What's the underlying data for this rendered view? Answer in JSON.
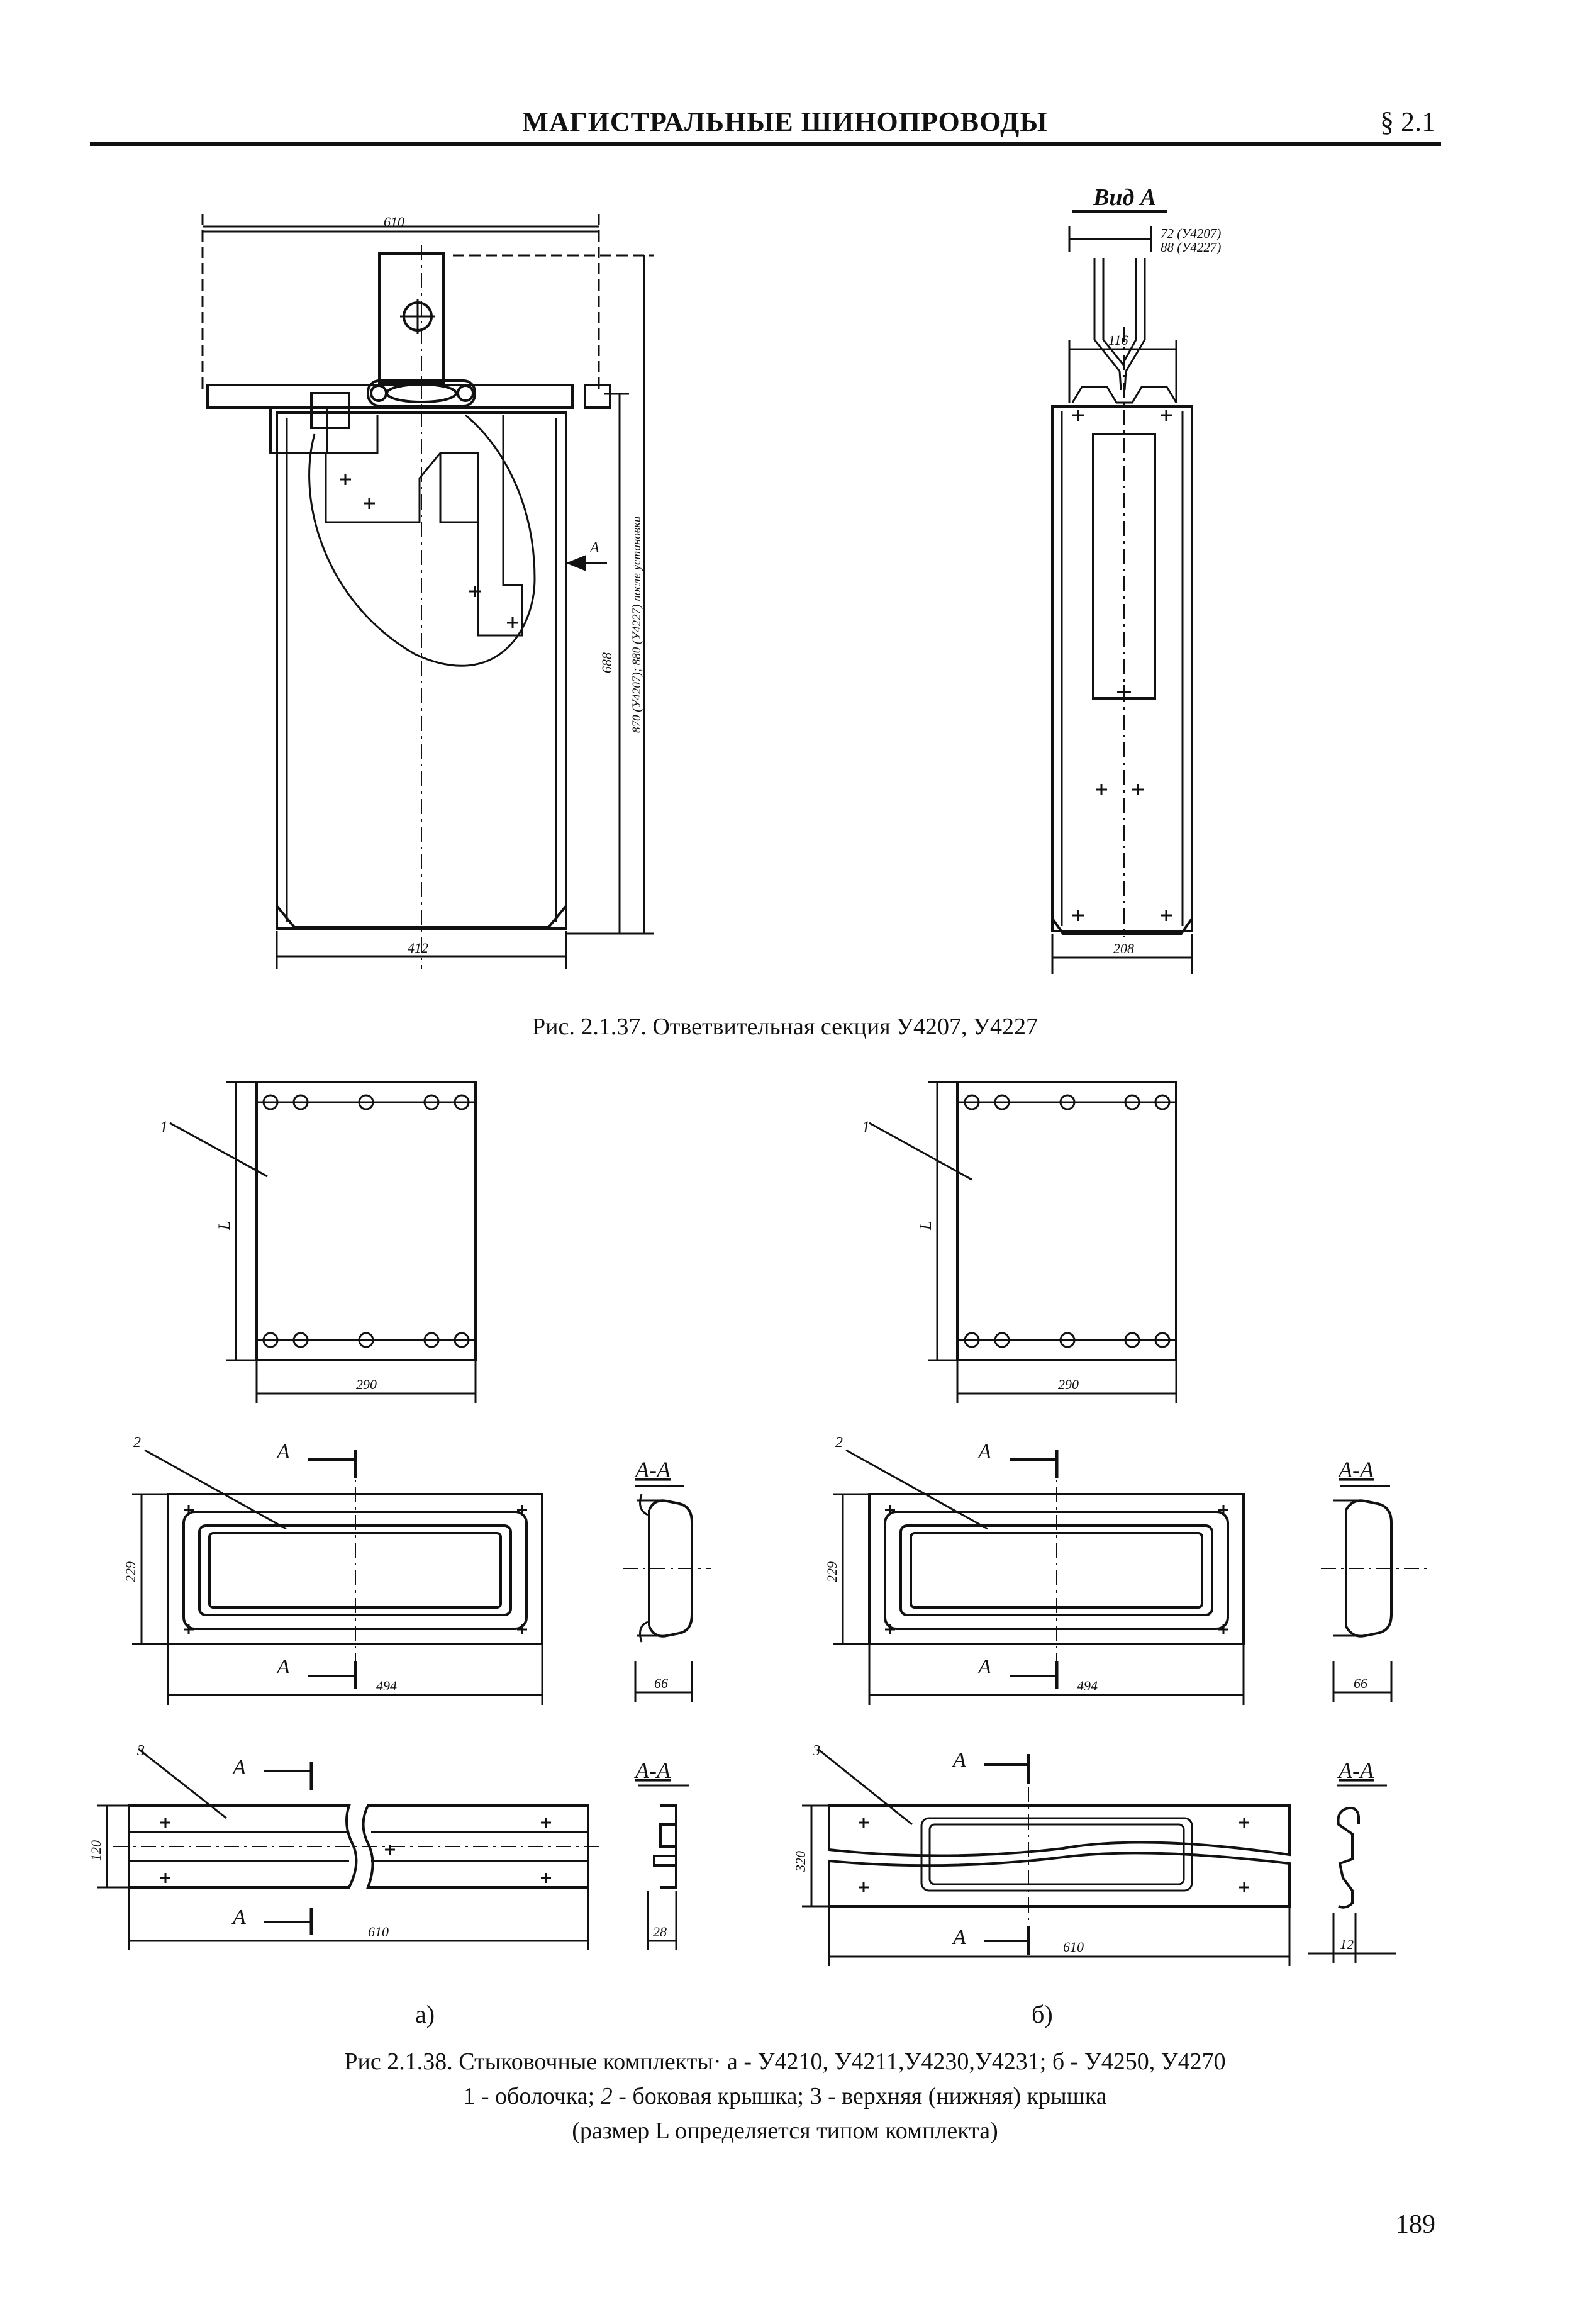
{
  "header": {
    "title": "МАГИСТРАЛЬНЫЕ ШИНОПРОВОДЫ",
    "section": "§ 2.1"
  },
  "fig137": {
    "caption": "Рис. 2.1.37. Ответвительная секция У4207, У4227",
    "view_label": "Вид А",
    "dims": {
      "width_top": "610",
      "width_bottom": "412",
      "height_inner": "688",
      "height_outer": "870 (У4207); 880 (У4227) после установки",
      "arrow_label": "А",
      "side_top_1": "72 (У4207)",
      "side_top_2": "88 (У4227)",
      "side_mid": "116",
      "side_bottom": "208"
    }
  },
  "fig138": {
    "caption_line1": "Рис 2.1.38. Стыковочные комплекты· а - У4210, У4211,У4230,У4231; б - У4250, У4270",
    "caption_line2_a": "1 - оболочка; ",
    "caption_line2_b": "2",
    "caption_line2_c": " - боковая крышка; 3 - верхняя (нижняя) крышка",
    "caption_line3": "(размер L определяется типом комплекта)",
    "label_a": "а)",
    "label_b": "б)",
    "a": {
      "item1": "1",
      "item2": "2",
      "item3": "3",
      "dim_L": "L",
      "dim_290": "290",
      "dim_229": "229",
      "dim_494": "494",
      "dim_66": "66",
      "dim_120": "120",
      "dim_610": "610",
      "dim_28": "28",
      "section": "А-А",
      "cut": "А"
    },
    "b": {
      "item1": "1",
      "item2": "2",
      "item3": "3",
      "dim_L": "L",
      "dim_290": "290",
      "dim_229": "229",
      "dim_494": "494",
      "dim_66": "66",
      "dim_320": "320",
      "dim_610": "610",
      "dim_12": "12",
      "section": "А-А",
      "cut": "А"
    }
  },
  "footer": {
    "page_number": "189"
  }
}
